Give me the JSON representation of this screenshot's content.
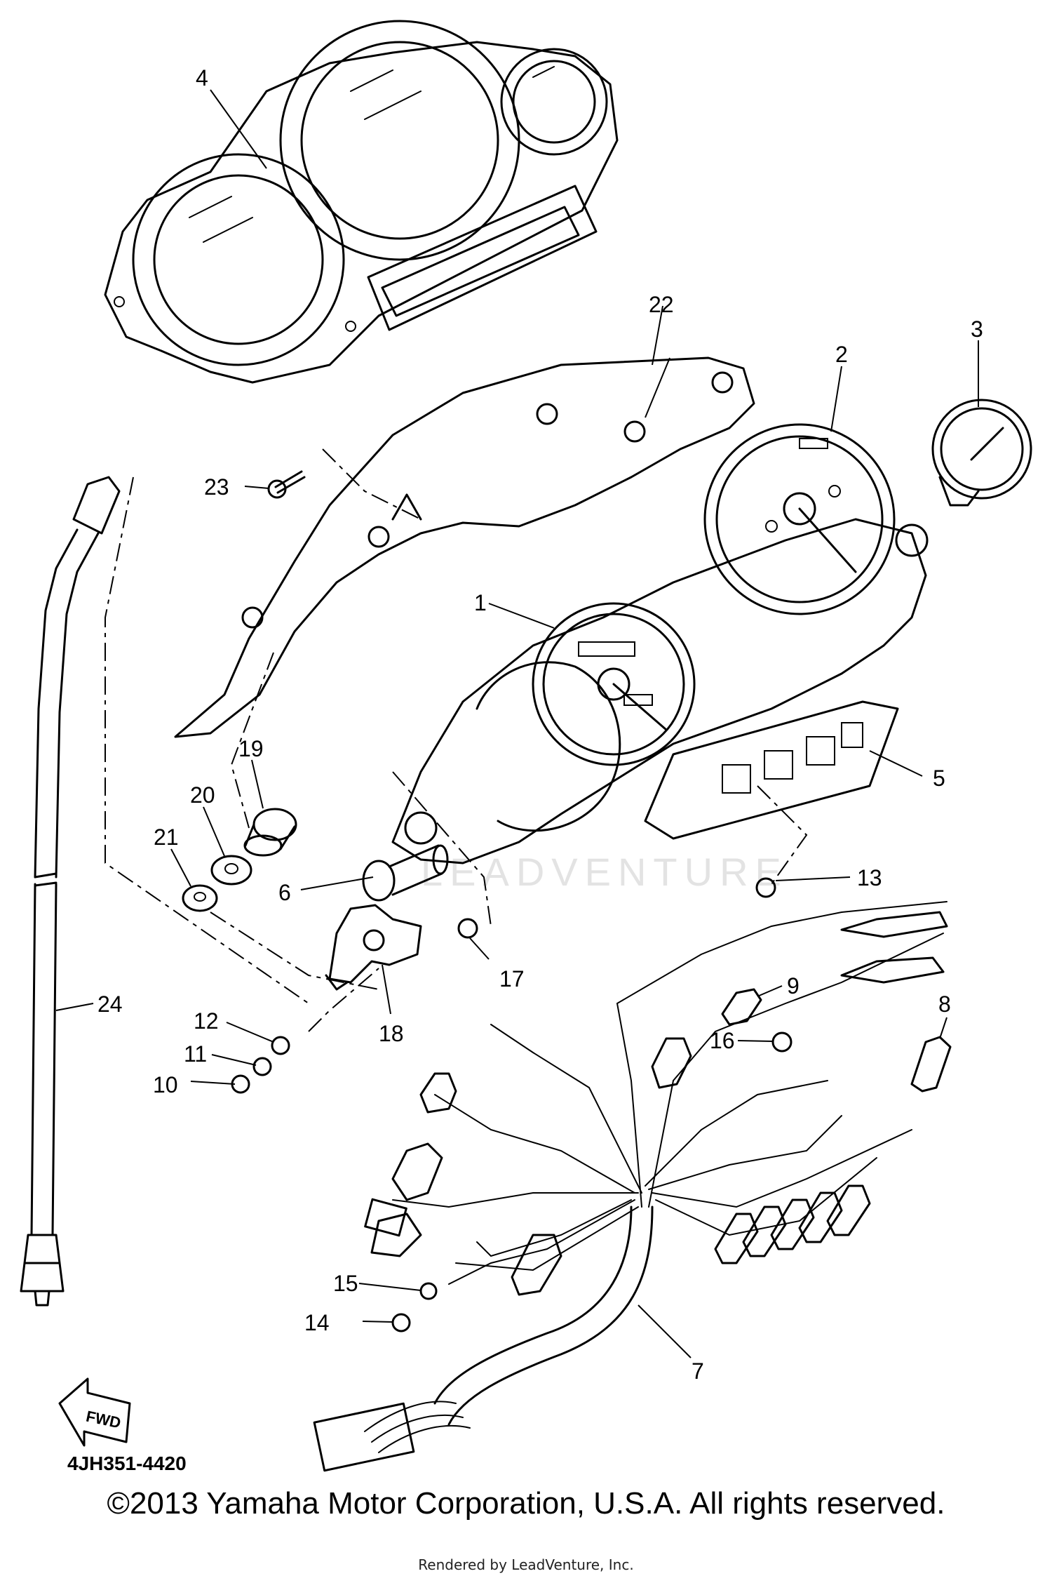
{
  "diagram": {
    "code": "4JH351-4420",
    "copyright": "©2013 Yamaha Motor Corporation, U.S.A. All rights reserved.",
    "rendered_by": "Rendered by LeadVenture, Inc.",
    "watermark": "LEADVENTURE",
    "fwd_label": "FWD"
  },
  "callouts": [
    "1",
    "2",
    "3",
    "4",
    "5",
    "6",
    "7",
    "8",
    "9",
    "10",
    "11",
    "12",
    "13",
    "14",
    "15",
    "16",
    "17",
    "18",
    "19",
    "20",
    "21",
    "22",
    "23",
    "24"
  ]
}
